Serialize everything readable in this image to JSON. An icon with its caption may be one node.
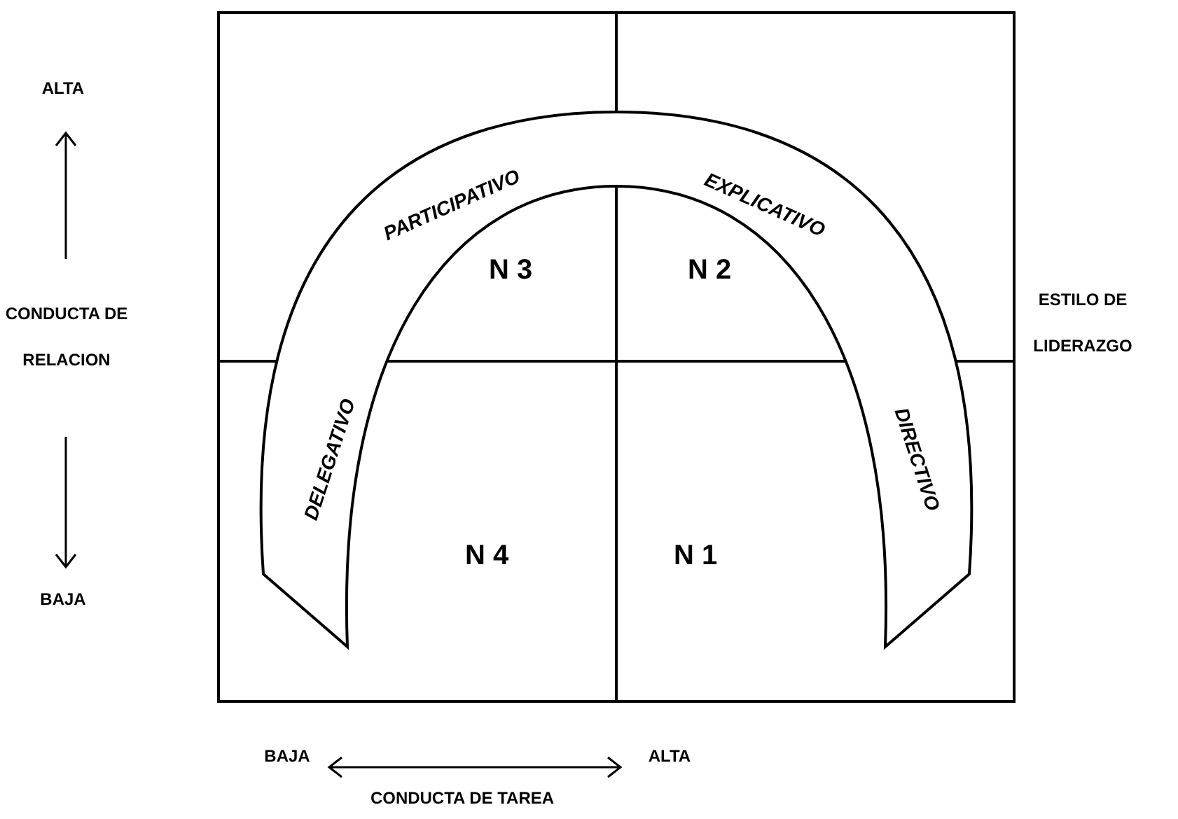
{
  "diagram": {
    "nodes": [
      {
        "text": [
          "N 3"
        ]
      },
      {
        "text": [
          "N 2"
        ]
      },
      {
        "text": [
          "N 4"
        ]
      },
      {
        "text": [
          "N 1"
        ]
      }
    ],
    "labels": [
      "ALTA",
      "PARTICIPATIVO",
      "EXPLICATIVO",
      "CONDUCTA DE RELACION",
      "ESTILO DE LIDERAZGO",
      "DELEGATIVO",
      "DIRECTIVO",
      "BAJA",
      "BAJA",
      "ALTA",
      "CONDUCTA DE TAREA"
    ]
  }
}
